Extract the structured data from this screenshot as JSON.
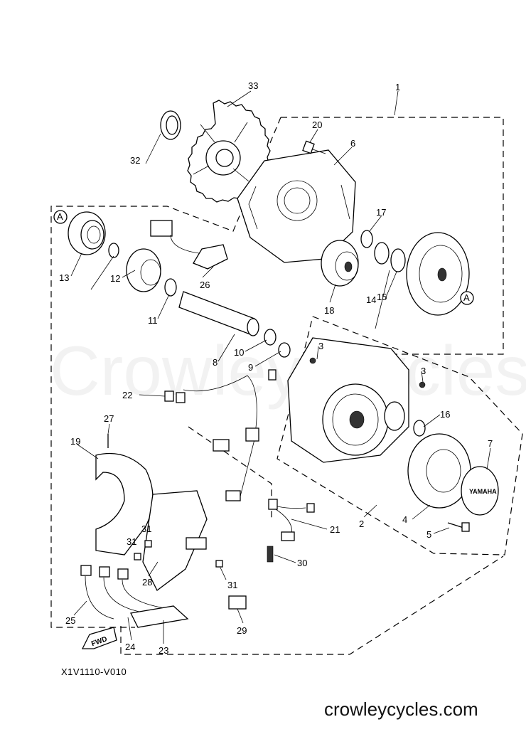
{
  "diagram_code": "X1V1110-V010",
  "website": "crowleycycles.com",
  "watermark": "Crowley Cycles",
  "fwd_label": "FWD",
  "logo_text": "YAMAHA",
  "reference_marks": [
    "A",
    "A"
  ],
  "callouts": [
    "1",
    "2",
    "3",
    "3",
    "4",
    "5",
    "6",
    "7",
    "8",
    "9",
    "10",
    "11",
    "12",
    "13",
    "14",
    "15",
    "16",
    "17",
    "18",
    "19",
    "20",
    "21",
    "22",
    "23",
    "24",
    "25",
    "26",
    "27",
    "28",
    "29",
    "30",
    "31",
    "31",
    "31",
    "32",
    "33"
  ]
}
